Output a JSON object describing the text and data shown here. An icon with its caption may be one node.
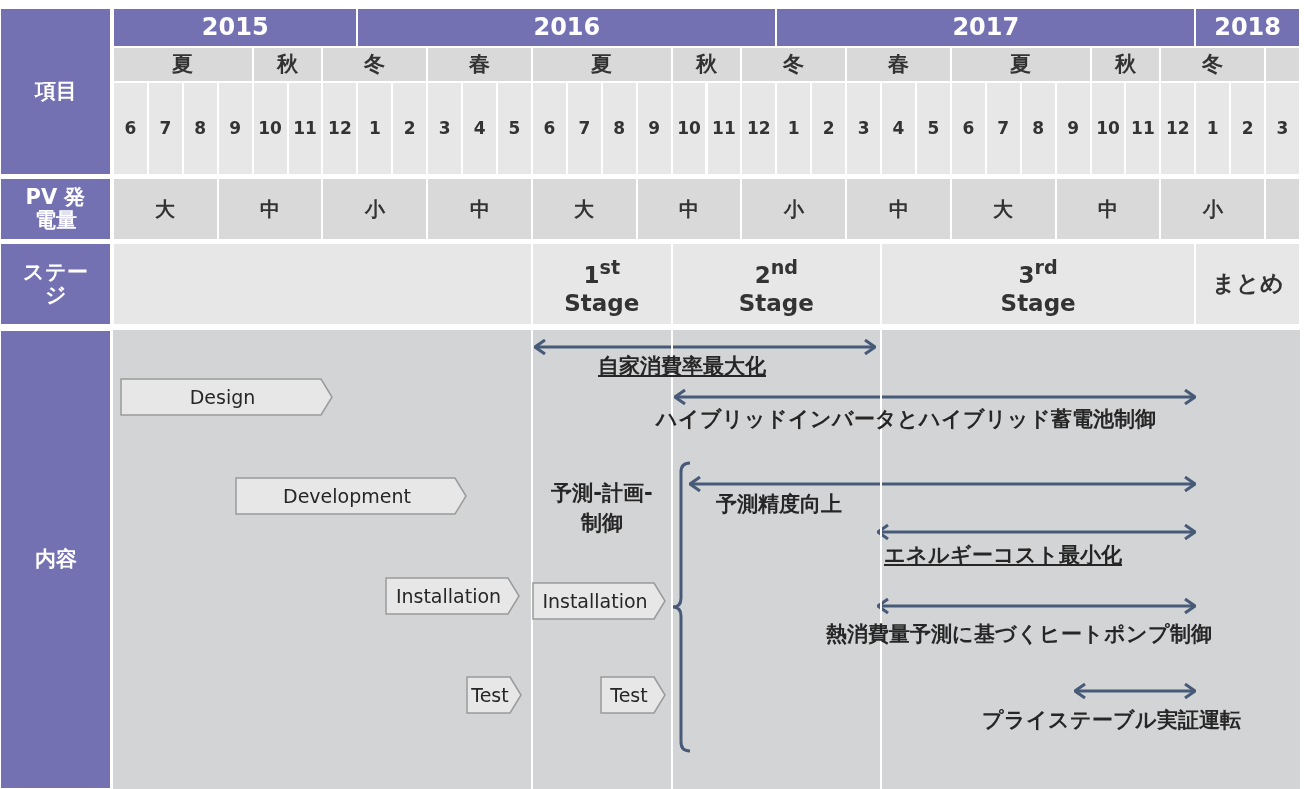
{
  "diagram": {
    "nodes": [
      {
        "text": [
          "Design"
        ]
      },
      {
        "text": [
          "Development"
        ]
      },
      {
        "text": [
          "Installation"
        ]
      },
      {
        "text": [
          "Test"
        ]
      },
      {
        "text": [
          "Installation"
        ]
      },
      {
        "text": [
          "Test"
        ]
      }
    ],
    "labels": [
      "項目",
      "2015",
      "2016",
      "2017",
      "2018",
      "夏",
      "秋",
      "冬",
      "春",
      "夏",
      "秋",
      "冬",
      "春",
      "夏",
      "秋",
      "冬",
      "6",
      "7",
      "8",
      "9",
      "10",
      "11",
      "12",
      "1",
      "2",
      "3",
      "4",
      "5",
      "6",
      "7",
      "8",
      "9",
      "10",
      "11",
      "12",
      "1",
      "2",
      "3",
      "4",
      "5",
      "6",
      "7",
      "8",
      "9",
      "10",
      "11",
      "12",
      "1",
      "2",
      "3",
      "PV 発電量",
      "大",
      "中",
      "小",
      "中",
      "大",
      "中",
      "小",
      "中",
      "大",
      "中",
      "小",
      "ステージ",
      "1$^{st}$ Stage",
      "2$^{nd}$ Stage",
      "3$^{rd}$ Stage",
      "まとめ",
      "内容",
      "自家消費率最大化",
      "ハイブリッドインバータとハイブリッド蓄電池制御",
      "予測-計画- 制御",
      "予測精度向上",
      "エネルギーコスト最小化",
      "熱消費量予測に基づくヒートポンプ制御",
      "プライステーブル実証運転"
    ]
  }
}
